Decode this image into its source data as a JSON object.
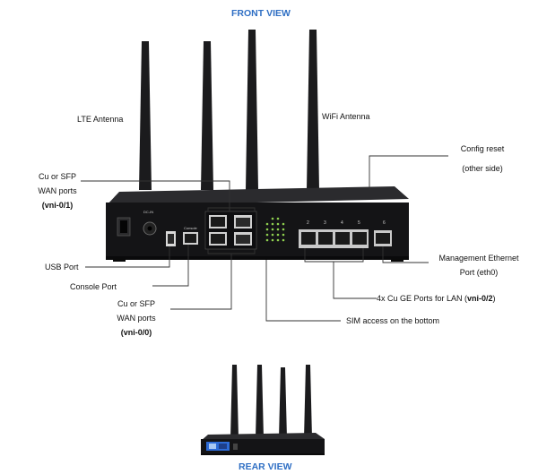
{
  "headings": {
    "front": "FRONT VIEW",
    "rear": "REAR VIEW"
  },
  "labels": {
    "lte_antenna": "LTE Antenna",
    "wifi_antenna": "WiFi Antenna",
    "config_reset_1": "Config reset",
    "config_reset_2": "(other side)",
    "wan_top_1": "Cu or SFP",
    "wan_top_2": "WAN ports",
    "wan_top_3": "(vni-0/1)",
    "usb_port": "USB Port",
    "console_port": "Console Port",
    "wan_bottom_1": "Cu or SFP",
    "wan_bottom_2": "WAN ports",
    "wan_bottom_3": "(vni-0/0)",
    "mgmt_1": "Management Ethernet",
    "mgmt_2": "Port (eth0)",
    "lan_prefix": "4x Cu GE Ports for LAN (",
    "lan_bold": "vni-0/2",
    "lan_suffix": ")",
    "sim_access": "SIM access on the bottom"
  },
  "device_markings": {
    "dc_in": "DC-IN",
    "console": "Console",
    "port_numbers": [
      "2",
      "3",
      "4",
      "5",
      "6"
    ]
  },
  "colors": {
    "heading": "#2f6fc4",
    "chassis": "#141416",
    "leader_line": "#333333",
    "led_green": "#8fd14f",
    "rear_badge": "#2d6bd6"
  }
}
